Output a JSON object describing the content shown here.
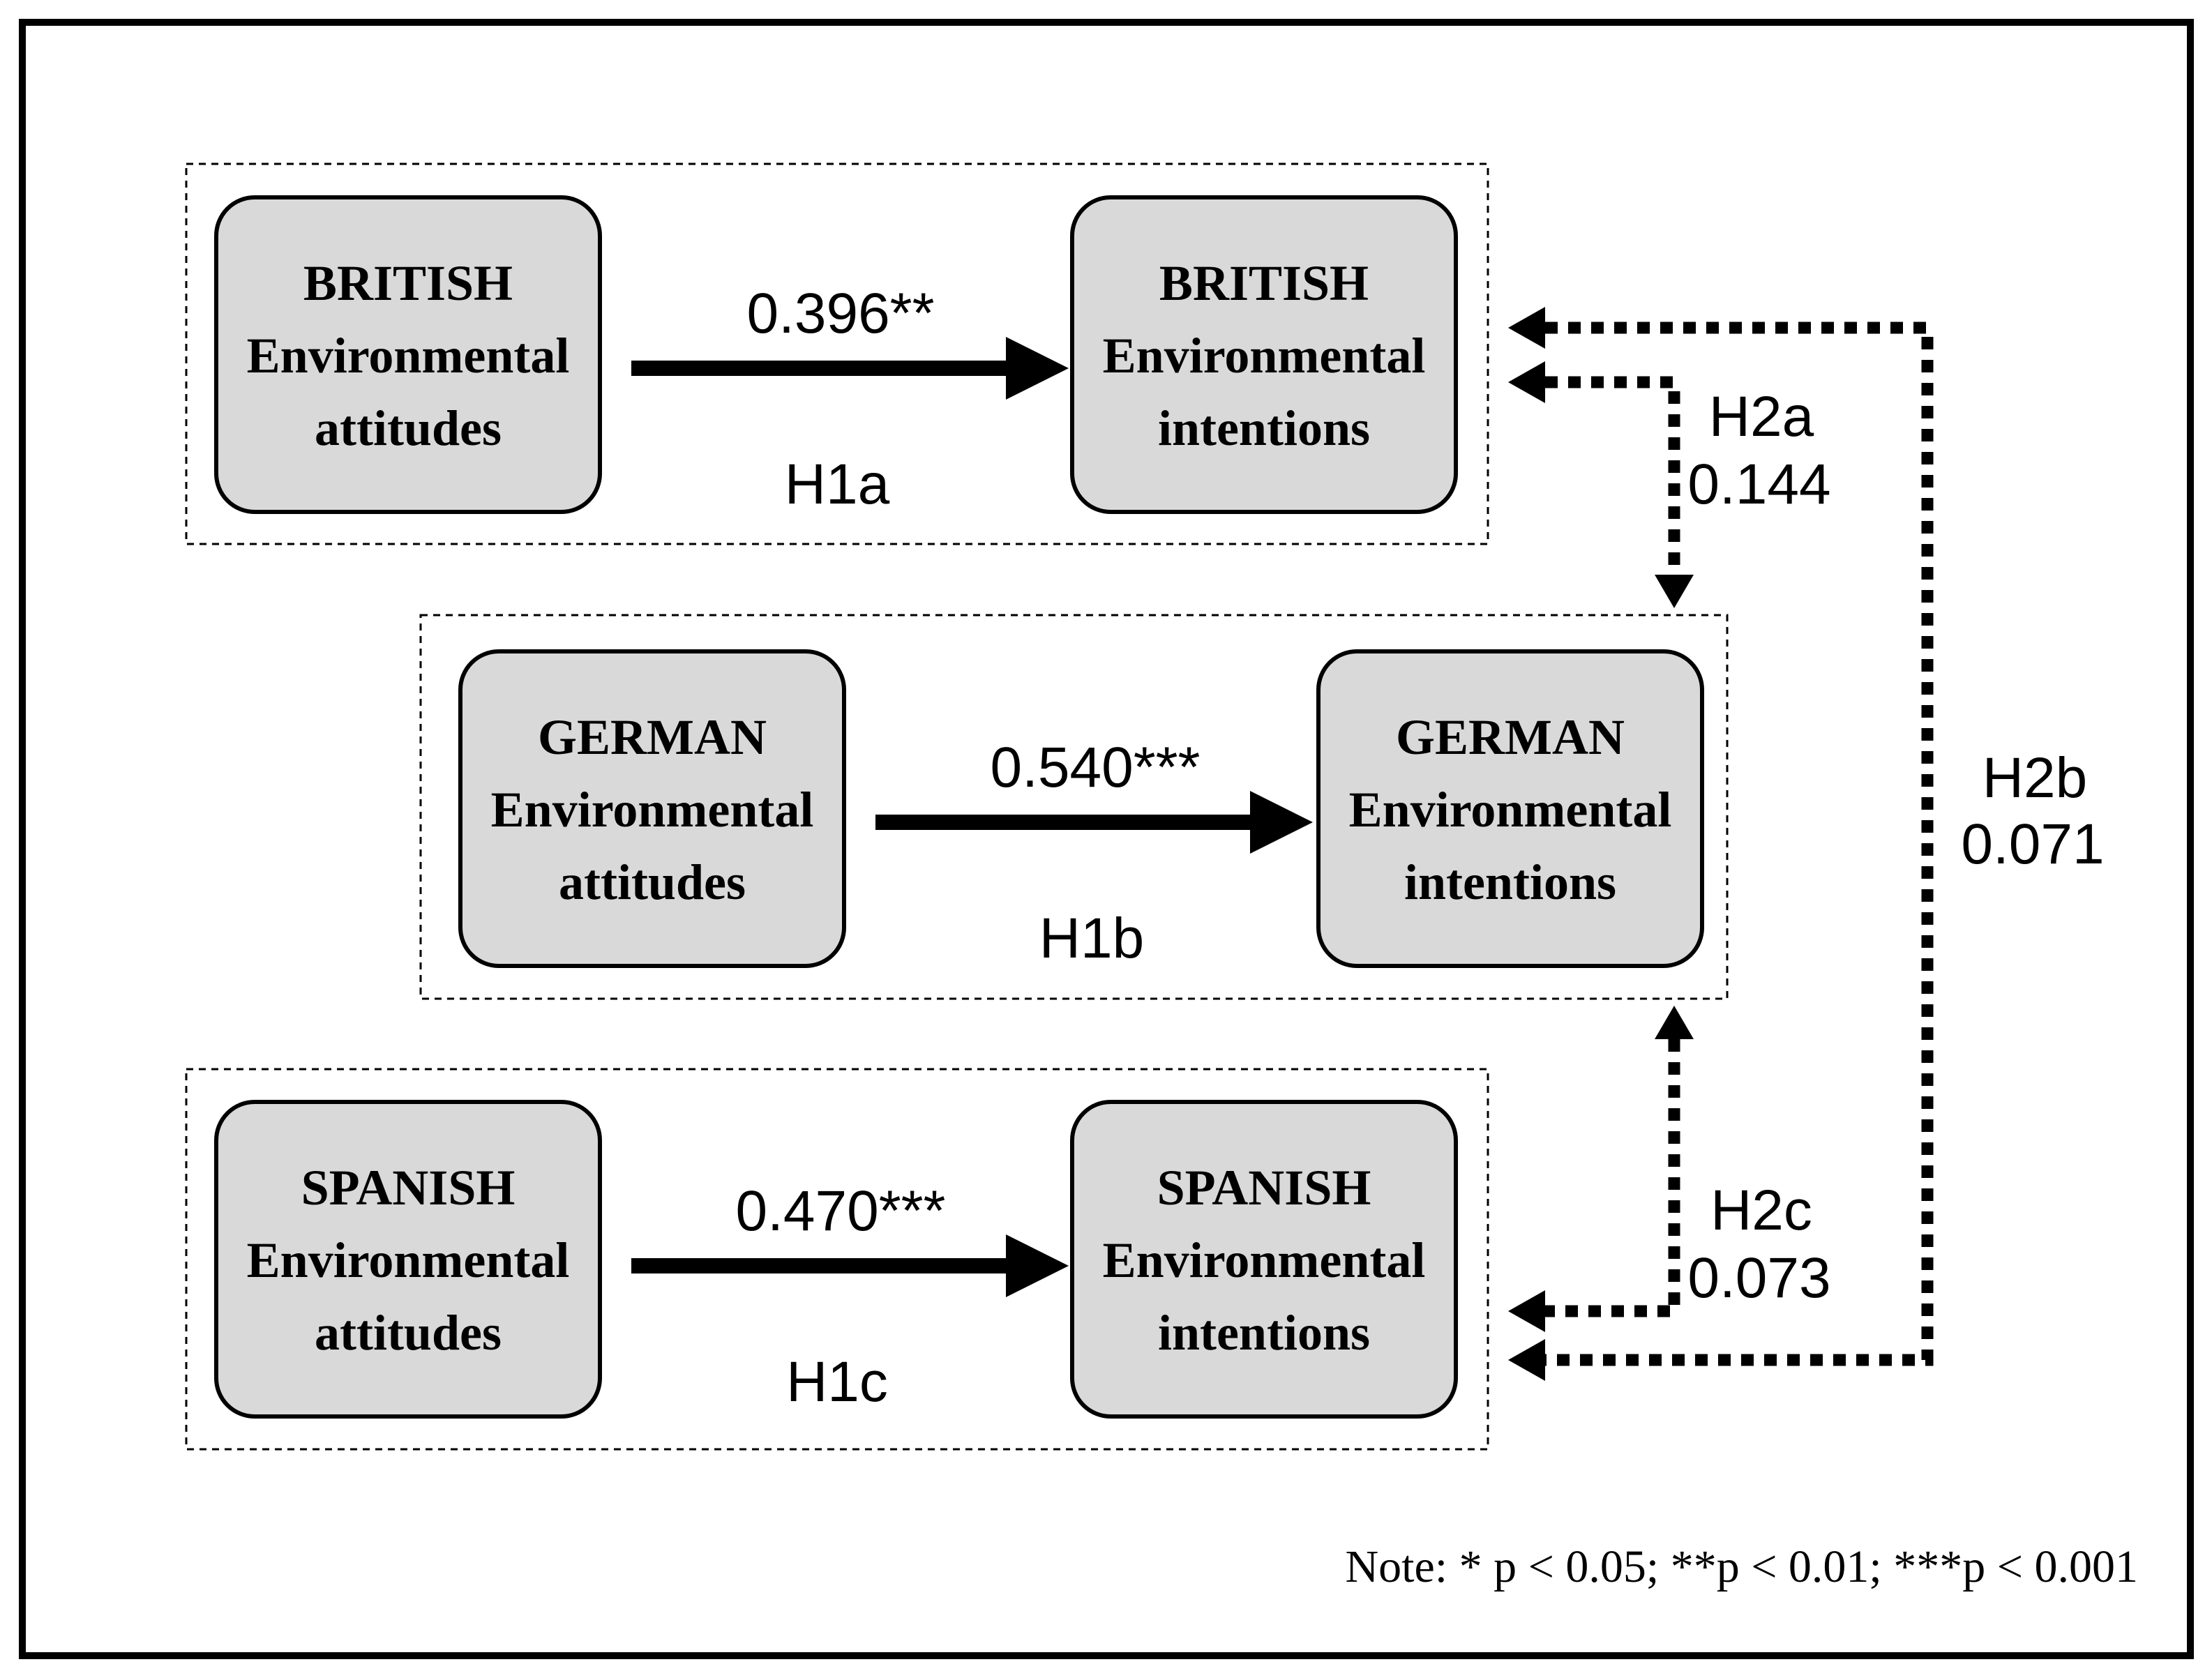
{
  "figure": {
    "background_color": "#ffffff",
    "box_fill_color": "#d9d9d9",
    "line_color": "#000000",
    "note": "Note: * p < 0.05; **p < 0.01; ***p < 0.001"
  },
  "sections": [
    {
      "group": "british",
      "attitudes_box": {
        "line1": "BRITISH",
        "line2": "Environmental",
        "line3": "attitudes"
      },
      "intentions_box": {
        "line1": "BRITISH",
        "line2": "Environmental",
        "line3": "intentions"
      },
      "coefficient": "0.396**",
      "hypothesis": "H1a"
    },
    {
      "group": "german",
      "attitudes_box": {
        "line1": "GERMAN",
        "line2": "Environmental",
        "line3": "attitudes"
      },
      "intentions_box": {
        "line1": "GERMAN",
        "line2": "Environmental",
        "line3": "intentions"
      },
      "coefficient": "0.540***",
      "hypothesis": "H1b"
    },
    {
      "group": "spanish",
      "attitudes_box": {
        "line1": "SPANISH",
        "line2": "Environmental",
        "line3": "attitudes"
      },
      "intentions_box": {
        "line1": "SPANISH",
        "line2": "Environmental",
        "line3": "intentions"
      },
      "coefficient": "0.470***",
      "hypothesis": "H1c"
    }
  ],
  "cross_paths": [
    {
      "hypothesis": "H2a",
      "coefficient": "0.144"
    },
    {
      "hypothesis": "H2b",
      "coefficient": "0.071"
    },
    {
      "hypothesis": "H2c",
      "coefficient": "0.073"
    }
  ]
}
